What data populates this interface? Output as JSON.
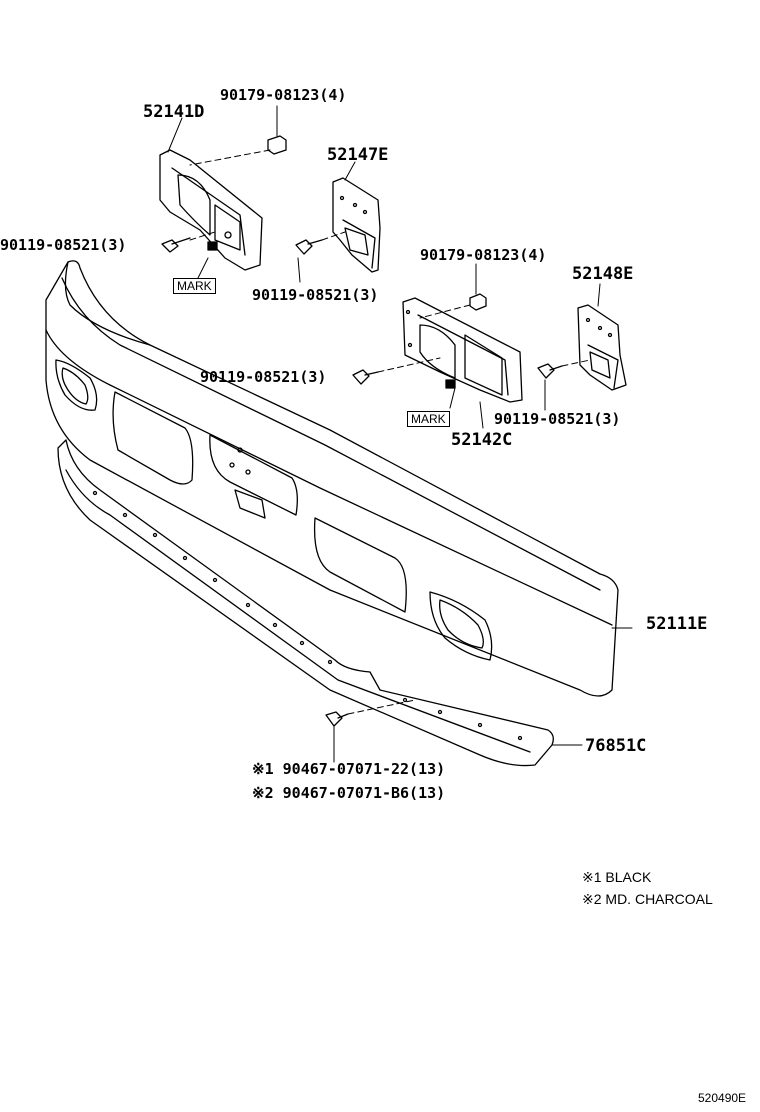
{
  "labels": {
    "bolt_90179_top": "90179-08123(4)",
    "part_52141d": "52141D",
    "part_52147e": "52147E",
    "bolt_90119_a": "90119-08521(3)",
    "bolt_90179_mid": "90179-08123(4)",
    "part_52148e": "52148E",
    "mark": "MARK",
    "bolt_90119_b": "90119-08521(3)",
    "bolt_90119_c": "90119-08521(3)",
    "bolt_90119_d": "90119-08521(3)",
    "part_52142c": "52142C",
    "part_52111e": "52111E",
    "part_76851c": "76851C",
    "clip_black": "※1 90467-07071-22(13)",
    "clip_charcoal": "※2 90467-07071-B6(13)"
  },
  "legend": {
    "item1": "※1 BLACK",
    "item2": "※2 MD. CHARCOAL"
  },
  "reference": "520490E"
}
